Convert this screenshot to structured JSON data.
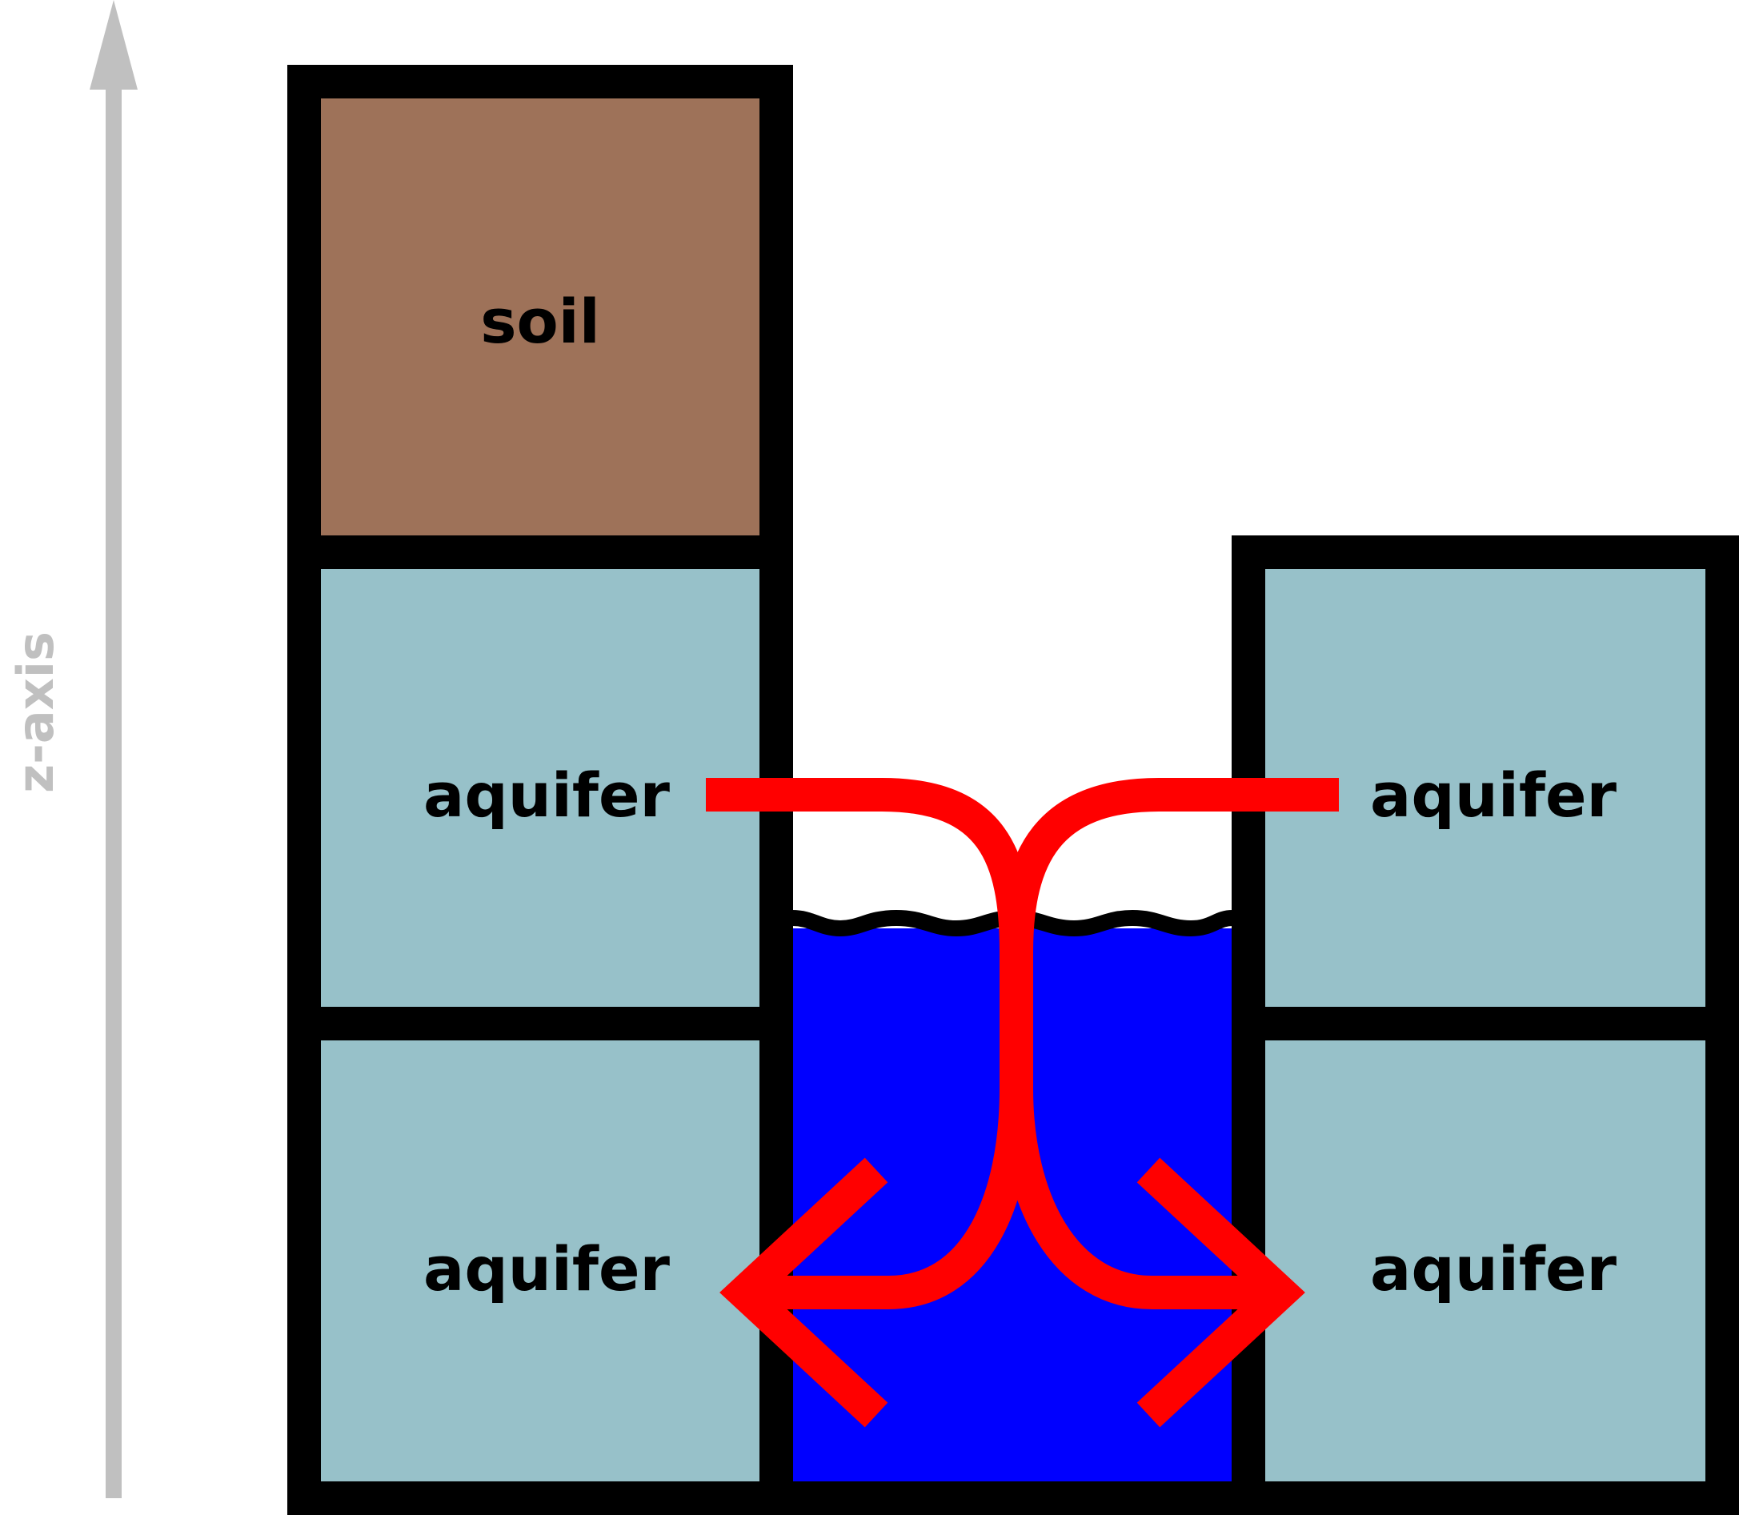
{
  "diagram": {
    "axis": {
      "label": "z-axis",
      "color": "#c0c0c0"
    },
    "cells": [
      {
        "id": "soil",
        "label": "soil",
        "kind": "soil",
        "column": "left",
        "level": 3
      },
      {
        "id": "left-upper-aquifer",
        "label": "aquifer",
        "kind": "aquifer",
        "column": "left",
        "level": 2
      },
      {
        "id": "left-lower-aquifer",
        "label": "aquifer",
        "kind": "aquifer",
        "column": "left",
        "level": 1
      },
      {
        "id": "right-upper-aquifer",
        "label": "aquifer",
        "kind": "aquifer",
        "column": "right",
        "level": 2
      },
      {
        "id": "right-lower-aquifer",
        "label": "aquifer",
        "kind": "aquifer",
        "column": "right",
        "level": 1
      }
    ],
    "water_body": {
      "kind": "river",
      "color": "#0000ff"
    },
    "colors": {
      "soil": "#9e7259",
      "aquifer": "#97c1c9",
      "water": "#0000ff",
      "flow_arrows": "#ff0000",
      "outline": "#000000",
      "axis": "#c0c0c0"
    },
    "flow": {
      "description_icon": "exchange-flow-arrows",
      "upper_exchange": "aquifer-to-river",
      "lower_exchange": "river-to-aquifer"
    }
  }
}
